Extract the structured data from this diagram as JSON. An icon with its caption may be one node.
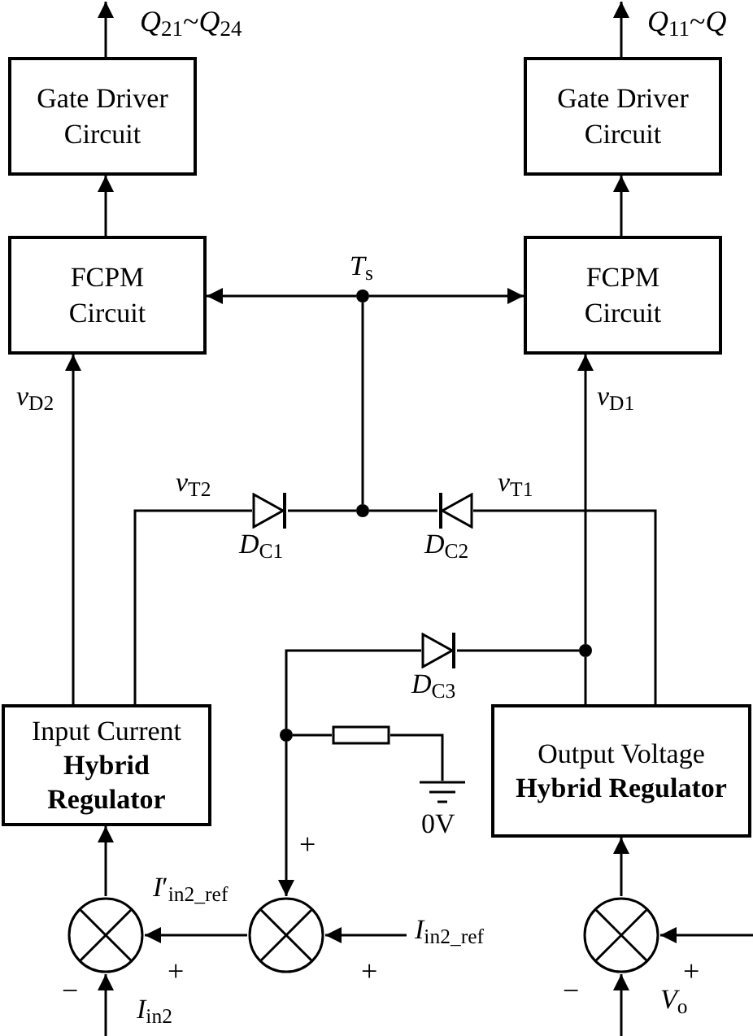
{
  "diagram": {
    "nodes": [
      {
        "text": [
          "Gate Driver Circuit"
        ]
      },
      {
        "text": [
          "Gate Driver Circuit"
        ]
      },
      {
        "text": [
          "FCPM Circuit"
        ]
      },
      {
        "text": [
          "FCPM Circuit"
        ]
      },
      {
        "text": [],
        "shape": "dot",
        "beside": [
          "*T*$_{s}$"
        ]
      },
      {
        "text": [],
        "shape": "diode",
        "beside": [
          "*D*$_{C1}$"
        ]
      },
      {
        "text": [],
        "shape": "dot"
      },
      {
        "text": [],
        "shape": "diode",
        "beside": [
          "*D*$_{C2}$"
        ]
      },
      {
        "text": [],
        "shape": "dot"
      },
      {
        "text": [],
        "shape": "diode",
        "beside": [
          "*D*$_{C3}$"
        ]
      },
      {
        "text": [],
        "shape": "dot"
      },
      {
        "text": [],
        "shape": "resistor"
      },
      {
        "text": [],
        "shape": "ground",
        "beside": [
          "0V"
        ]
      },
      {
        "text": [
          "Input Current",
          "Hybrid Regulator"
        ]
      },
      {
        "text": [
          "Output Voltage",
          "Hybrid Regulator"
        ]
      },
      {
        "text": [],
        "shape": "circle"
      },
      {
        "text": [],
        "shape": "circle"
      },
      {
        "text": [],
        "shape": "circle"
      }
    ],
    "edges": [
      {
        "from": 0,
        "to": null,
        "arrow": "to"
      },
      {
        "from": 1,
        "to": null,
        "arrow": "to"
      },
      {
        "from": 2,
        "to": 0,
        "arrow": "to"
      },
      {
        "from": 3,
        "to": 1,
        "arrow": "to"
      },
      {
        "from": 4,
        "to": 2,
        "arrow": "to"
      },
      {
        "from": 4,
        "to": 3,
        "arrow": "to"
      },
      {
        "from": 6,
        "to": 4,
        "arrow": "none"
      },
      {
        "from": 13,
        "to": 2,
        "arrow": "to",
        "label": "*v*$_{D2}$"
      },
      {
        "from": 13,
        "to": 5,
        "arrow": "none",
        "label": "*v*$_{T2}$"
      },
      {
        "from": 5,
        "to": 6,
        "arrow": "none"
      },
      {
        "from": 14,
        "to": 7,
        "arrow": "none",
        "label": "*v*$_{T1}$"
      },
      {
        "from": 7,
        "to": 6,
        "arrow": "none"
      },
      {
        "from": 14,
        "to": 8,
        "arrow": "none"
      },
      {
        "from": 8,
        "to": 3,
        "arrow": "to",
        "label": "*v*$_{D1}$"
      },
      {
        "from": 8,
        "to": 9,
        "arrow": "none"
      },
      {
        "from": 9,
        "to": 10,
        "arrow": "none"
      },
      {
        "from": 10,
        "to": 11,
        "arrow": "none"
      },
      {
        "from": 11,
        "to": 12,
        "arrow": "none"
      },
      {
        "from": 10,
        "to": 16,
        "arrow": "to"
      },
      {
        "from": 16,
        "to": 15,
        "arrow": "to",
        "label": "*I*′$_{in2_ref}$"
      },
      {
        "from": null,
        "to": 16,
        "arrow": "to",
        "label": "*I*$_{in2_ref}$"
      },
      {
        "from": 15,
        "to": 13,
        "arrow": "to"
      },
      {
        "from": null,
        "to": 15,
        "arrow": "to",
        "label": "*I*$_{in2}$"
      },
      {
        "from": 17,
        "to": 14,
        "arrow": "to"
      },
      {
        "from": null,
        "to": 17,
        "arrow": "to"
      },
      {
        "from": null,
        "to": 17,
        "arrow": "to",
        "label": "*V*$_{o}$"
      }
    ],
    "labels": [
      "*Q*$_{21}$~*Q*$_{24}$",
      "*Q*$_{11}$~*Q*",
      "+",
      "+",
      "+",
      "−",
      "+",
      "−"
    ]
  }
}
